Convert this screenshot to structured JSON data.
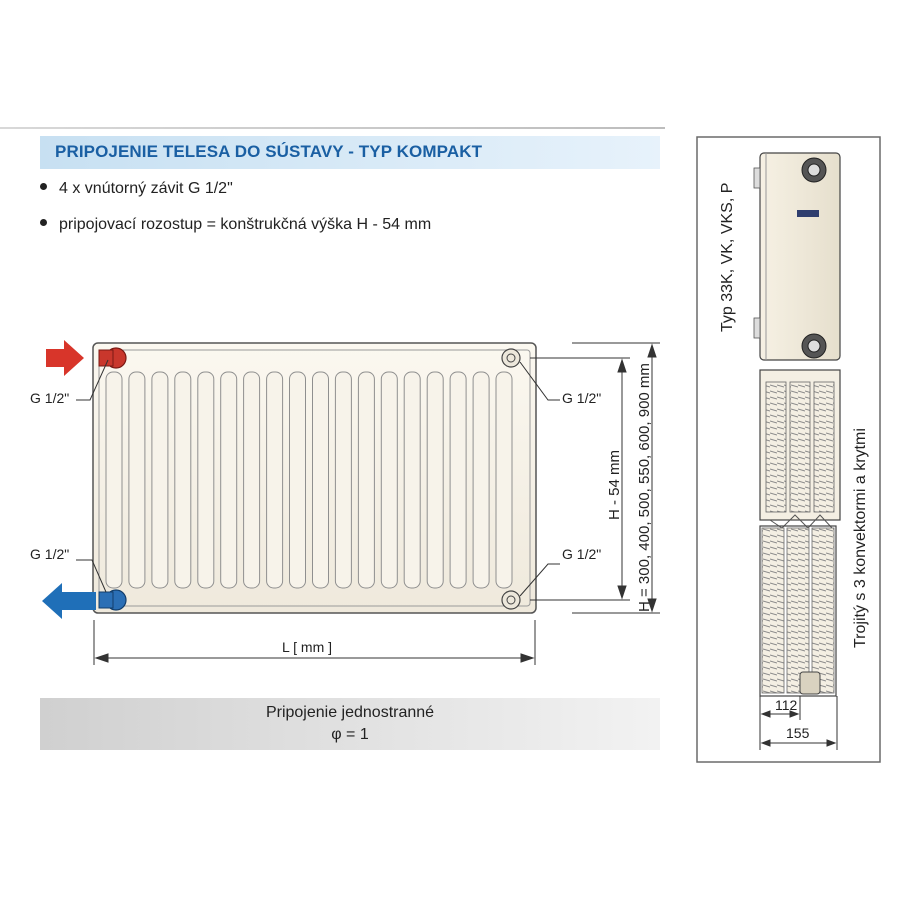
{
  "header": {
    "title": "PRIPOJENIE TELESA DO SÚSTAVY - TYP KOMPAKT"
  },
  "bullets": [
    "4 x vnútorný závit G 1/2\"",
    "pripojovací rozostup = konštrukčná výška H - 54 mm"
  ],
  "connections": {
    "top_left": "G 1/2\"",
    "top_right": "G 1/2\"",
    "bottom_left": "G 1/2\"",
    "bottom_right": "G 1/2\""
  },
  "dimensions": {
    "length": "L [ mm ]",
    "spacing": "H - 54 mm",
    "height": "H = 300, 400, 500, 550, 600, 900 mm",
    "depth_inner": "112",
    "depth_outer": "155"
  },
  "footer": {
    "line1": "Pripojenie jednostranné",
    "line2": "φ = 1"
  },
  "side_panel": {
    "type_label": "Typ 33K, VK, VKS, P",
    "description": "Trojitý s 3 konvektormi a krytmi"
  },
  "colors": {
    "title_text": "#1a5fa3",
    "supply_arrow": "#d8352a",
    "return_arrow": "#1f6fb8"
  }
}
